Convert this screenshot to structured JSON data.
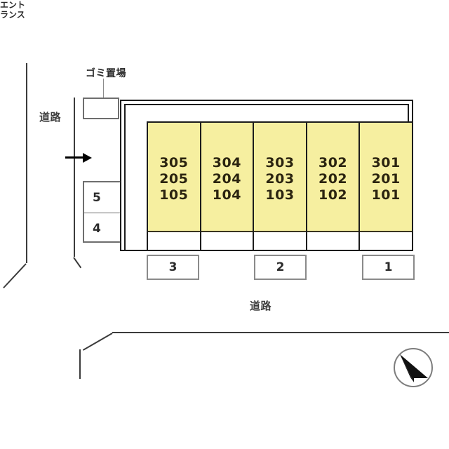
{
  "plan": {
    "title": "apartment-site-plan",
    "colors": {
      "unit_fill": "#f6efa0",
      "stroke": "#1c1c1c",
      "light_stroke": "#8a8a8a",
      "text": "#2b2410"
    },
    "labels": {
      "road_left": "道路",
      "road_bottom": "道路",
      "garbage_area": "ゴミ置場",
      "entrance_line1": "エント",
      "entrance_line2": "ランス"
    },
    "units": [
      {
        "name": "unit-column-305",
        "floors": [
          "305",
          "205",
          "105"
        ]
      },
      {
        "name": "unit-column-304",
        "floors": [
          "304",
          "204",
          "104"
        ]
      },
      {
        "name": "unit-column-303",
        "floors": [
          "303",
          "203",
          "103"
        ]
      },
      {
        "name": "unit-column-302",
        "floors": [
          "302",
          "202",
          "102"
        ]
      },
      {
        "name": "unit-column-301",
        "floors": [
          "301",
          "201",
          "101"
        ]
      }
    ],
    "parking_bottom": [
      {
        "number": "3"
      },
      {
        "number": "2"
      },
      {
        "number": "1"
      }
    ],
    "parking_left": [
      {
        "number": "5"
      },
      {
        "number": "4"
      }
    ],
    "compass": {
      "icon": "north-arrow-icon",
      "direction": "south-east"
    }
  }
}
